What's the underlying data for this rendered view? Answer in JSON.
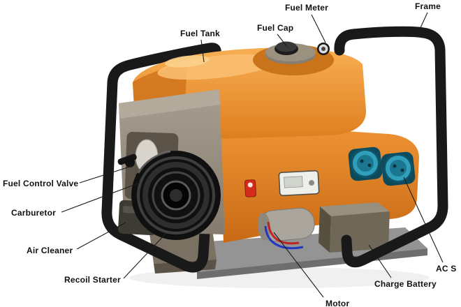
{
  "labels": {
    "fuel_meter": "Fuel Meter",
    "fuel_cap": "Fuel Cap",
    "fuel_tank": "Fuel Tank",
    "frame": "Frame",
    "fuel_control_valve": "Fuel Control Valve",
    "carburetor": "Carburetor",
    "air_cleaner": "Air Cleaner",
    "recoil_starter": "Recoil Starter",
    "charge_battery": "Charge Battery",
    "ac_socket": "AC S",
    "motor": "Motor"
  },
  "colors": {
    "background": "#FFFFFF",
    "frame_black": "#191919",
    "body_orange": "#E8872B",
    "tank_highlight": "#F8B863",
    "panel_gray": "#968D80",
    "outlet_teal": "#2F9FBC",
    "switch_red": "#D32B1C",
    "battery_gray": "#6F6758",
    "wire_red": "#C32222",
    "wire_blue": "#2238C3",
    "label_text": "#111111"
  }
}
